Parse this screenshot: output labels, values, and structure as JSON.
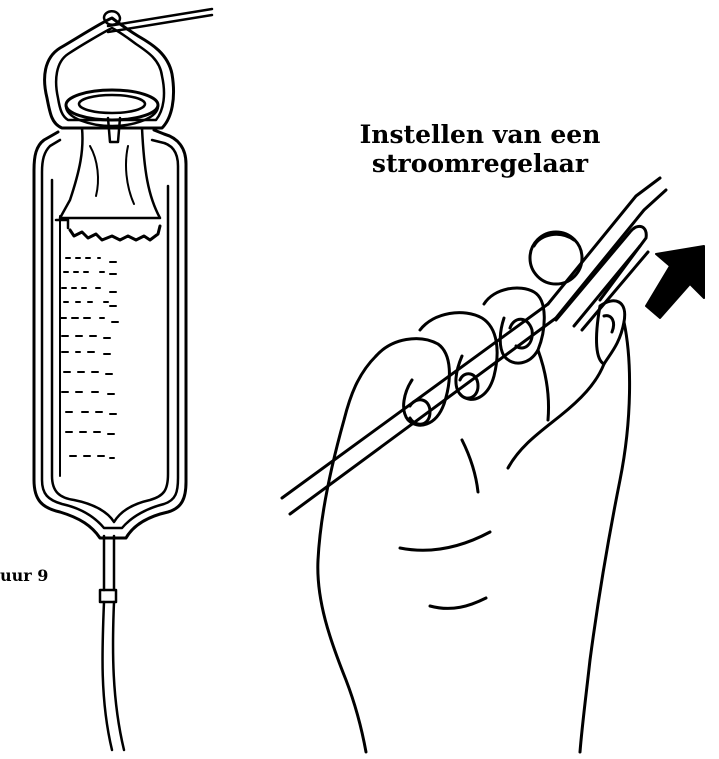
{
  "title_lines": [
    "Instellen van een",
    "stroomregelaar"
  ],
  "figure_label": "uur 9",
  "colors": {
    "ink": "#000000",
    "paper": "#ffffff"
  },
  "icons": {
    "arrow": "up-right-arrow-icon"
  }
}
